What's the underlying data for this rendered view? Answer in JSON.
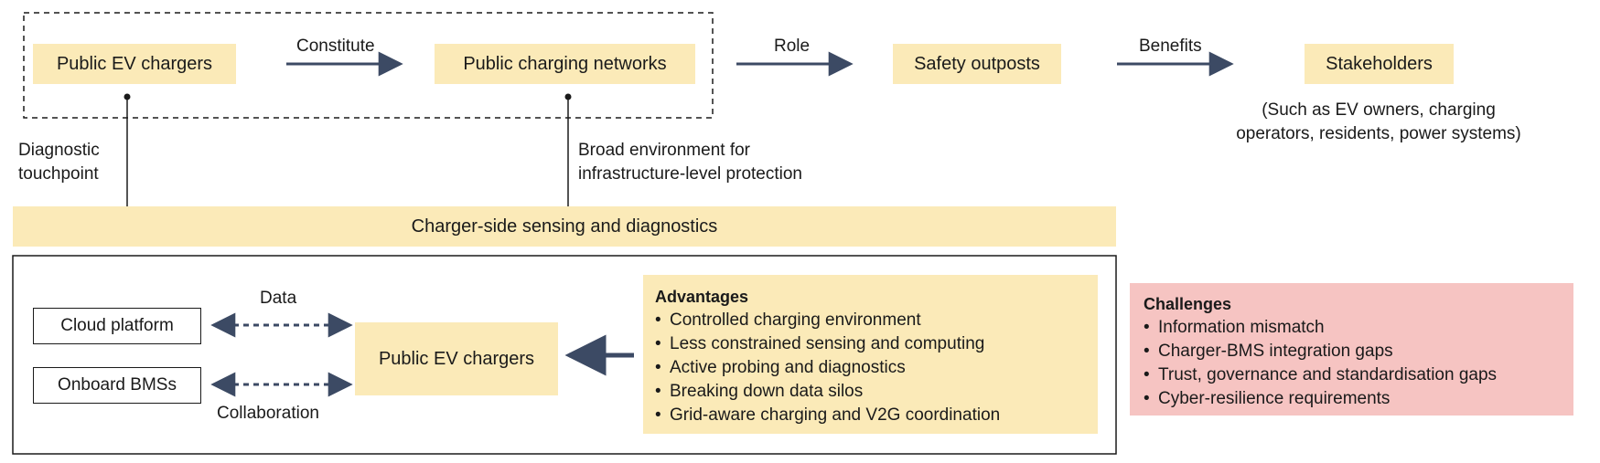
{
  "top_row": {
    "node_1": "Public EV chargers",
    "node_2": "Public charging networks",
    "node_3": "Safety outposts",
    "node_4": "Stakeholders",
    "arrow_1_label": "Constitute",
    "arrow_2_label": "Role",
    "arrow_3_label": "Benefits",
    "stakeholders_note_line1": "(Such as EV owners, charging",
    "stakeholders_note_line2": "operators, residents, power systems)"
  },
  "connectors": {
    "left_label_line1": "Diagnostic",
    "left_label_line2": "touchpoint",
    "right_label_line1": "Broad environment for",
    "right_label_line2": "infrastructure-level protection"
  },
  "banner": {
    "label": "Charger-side sensing and diagnostics"
  },
  "lower_panel": {
    "cloud_platform": "Cloud platform",
    "onboard_bms": "Onboard BMSs",
    "data_label": "Data",
    "collaboration_label": "Collaboration",
    "center_node": "Public EV chargers",
    "advantages": {
      "title": "Advantages",
      "items": [
        "Controlled charging environment",
        "Less constrained sensing and computing",
        "Active probing and diagnostics",
        "Breaking down data silos",
        "Grid-aware charging and V2G coordination"
      ]
    }
  },
  "challenges": {
    "title": "Challenges",
    "items": [
      "Information mismatch",
      "Charger-BMS integration gaps",
      "Trust, governance and standardisation gaps",
      "Cyber-resilience requirements"
    ]
  },
  "colors": {
    "node_fill": "#fbeab8",
    "challenge_fill": "#f6c4c2",
    "arrow": "#3c4a64",
    "text": "#1a1a1a"
  }
}
